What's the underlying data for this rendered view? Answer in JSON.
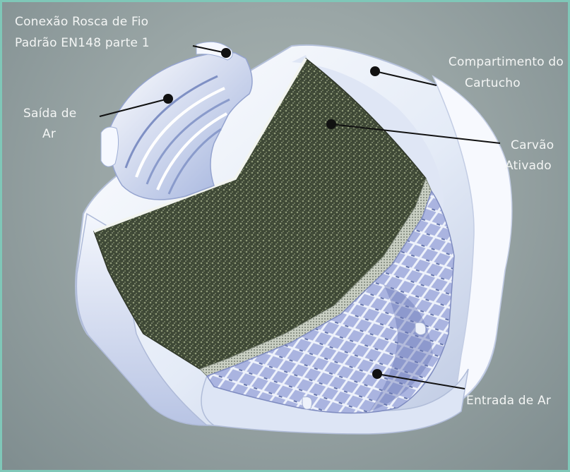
{
  "labels": {
    "conexao_line1": "Conexão Rosca de Fio",
    "conexao_line2": "Padrão EN148 parte 1",
    "saida_line1": "Saída de",
    "saida_line2": "Ar",
    "compartimento_line1": "Compartimento do",
    "compartimento_line2": "Cartucho",
    "carvao_line1": "Carvão",
    "carvao_line2": "Ativado",
    "entrada": "Entrada de Ar"
  },
  "colors": {
    "frame_border": "#7fc7b8",
    "background": "#9aa6a6",
    "housing": "#e8eef8",
    "charcoal": "#4a5440",
    "mesh_blue": "#9aa8d8",
    "label_text": "#f3f5f4"
  }
}
